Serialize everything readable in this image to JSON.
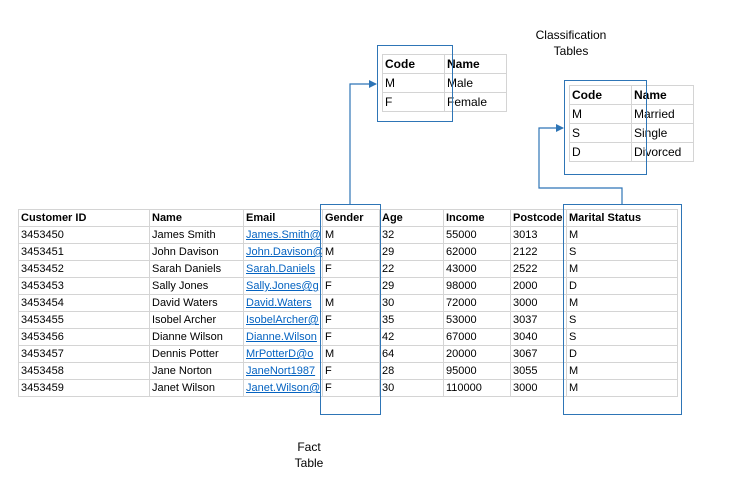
{
  "captions": {
    "classification": [
      "Classification",
      "Tables"
    ],
    "fact": [
      "Fact",
      "Table"
    ]
  },
  "gender_table": {
    "headers": [
      "Code",
      "Name"
    ],
    "rows": [
      [
        "M",
        "Male"
      ],
      [
        "F",
        "Female"
      ]
    ]
  },
  "marital_table": {
    "headers": [
      "Code",
      "Name"
    ],
    "rows": [
      [
        "M",
        "Married"
      ],
      [
        "S",
        "Single"
      ],
      [
        "D",
        "Divorced"
      ]
    ]
  },
  "fact_table": {
    "headers": [
      "Customer ID",
      "Name",
      "Email",
      "Gender",
      "Age",
      "Income",
      "Postcode",
      "Marital Status"
    ],
    "rows": [
      [
        "3453450",
        "James Smith",
        "James.Smith@",
        "M",
        "32",
        "55000",
        "3013",
        "M"
      ],
      [
        "3453451",
        "John Davison",
        "John.Davison@",
        "M",
        "29",
        "62000",
        "2122",
        "S"
      ],
      [
        "3453452",
        "Sarah Daniels",
        "Sarah.Daniels",
        "F",
        "22",
        "43000",
        "2522",
        "M"
      ],
      [
        "3453453",
        "Sally Jones",
        "Sally.Jones@g",
        "F",
        "29",
        "98000",
        "2000",
        "D"
      ],
      [
        "3453454",
        "David Waters",
        "David.Waters",
        "M",
        "30",
        "72000",
        "3000",
        "M"
      ],
      [
        "3453455",
        "Isobel Archer",
        "IsobelArcher@",
        "F",
        "35",
        "53000",
        "3037",
        "S"
      ],
      [
        "3453456",
        "Dianne Wilson",
        "Dianne.Wilson",
        "F",
        "42",
        "67000",
        "3040",
        "S"
      ],
      [
        "3453457",
        "Dennis Potter",
        "MrPotterD@o",
        "M",
        "64",
        "20000",
        "3067",
        "D"
      ],
      [
        "3453458",
        "Jane Norton",
        "JaneNort1987",
        "F",
        "28",
        "95000",
        "3055",
        "M"
      ],
      [
        "3453459",
        "Janet Wilson",
        "Janet.Wilson@",
        "F",
        "30",
        "110000",
        "3000",
        "M"
      ]
    ]
  },
  "colors": {
    "highlight": "#2e75b6",
    "link": "#0563c1",
    "grid": "#d4d4d4"
  }
}
